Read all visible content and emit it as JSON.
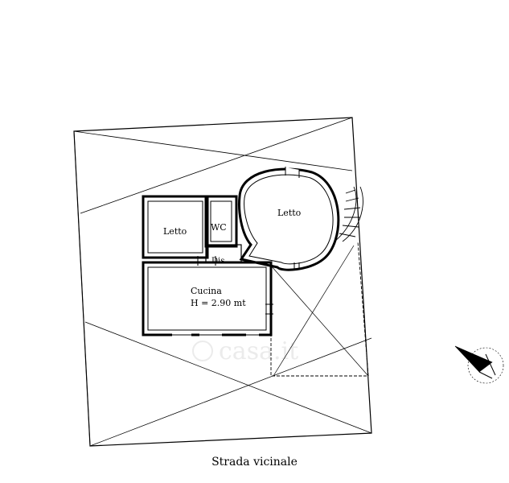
{
  "rooms": {
    "letto_left": {
      "label": "Letto"
    },
    "wc": {
      "label": "WC"
    },
    "letto_round": {
      "label": "Letto"
    },
    "dis": {
      "label": "Dis."
    },
    "cucina": {
      "label": "Cucina",
      "height_note": "H = 2.90 mt"
    }
  },
  "street_label": "Strada vicinale",
  "watermark": "casa.it",
  "icons": {
    "north_arrow": "north-arrow-icon"
  },
  "colors": {
    "line": "#000000",
    "background": "#ffffff",
    "watermark": "#d8d8d8"
  }
}
